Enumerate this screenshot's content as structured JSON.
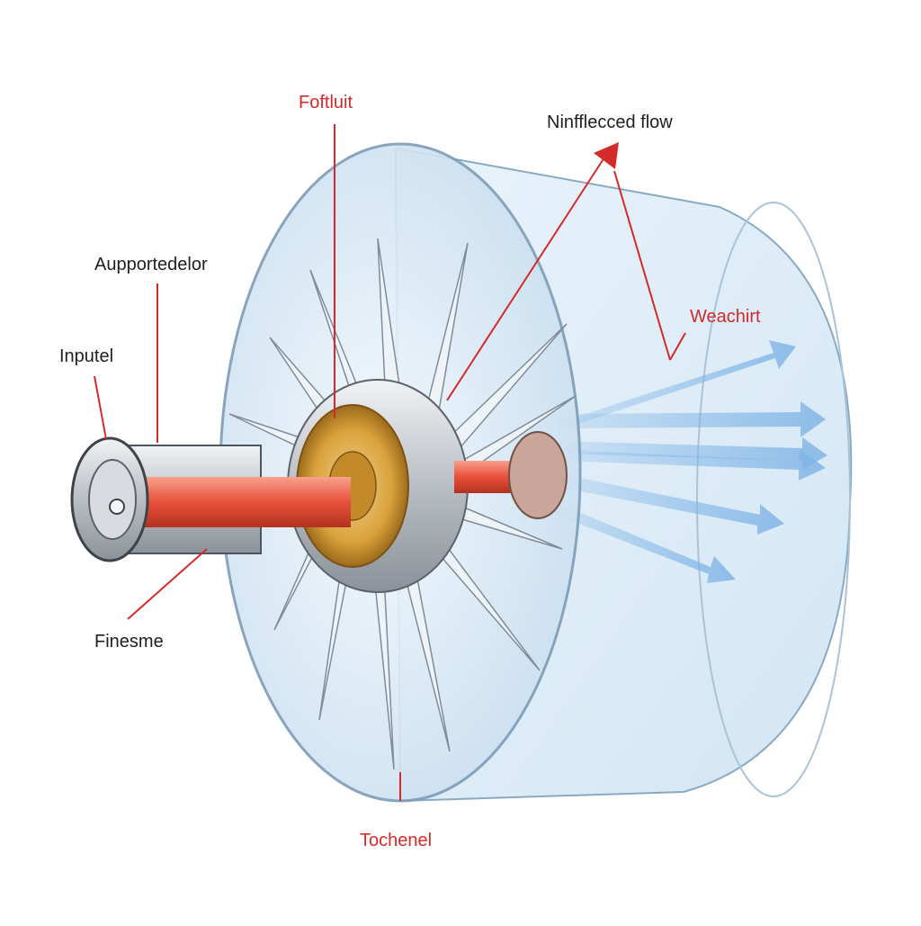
{
  "labels": {
    "top_center": "Foftluit",
    "top_right": "Ninfflecced flow",
    "left_upper": "Aupportedelor",
    "left_mid": "Inputel",
    "right_mid": "Weachirt",
    "left_lower": "Finesme",
    "bottom": "Tochenel"
  },
  "colors": {
    "accent_red": "#d42a2a",
    "flow_blue": "#7fb4e6",
    "casing_tint": "#dcebf7",
    "shaft_red": "#e8503a",
    "hub_gold": "#d9a23c",
    "metal_grey": "#b9bec4"
  }
}
